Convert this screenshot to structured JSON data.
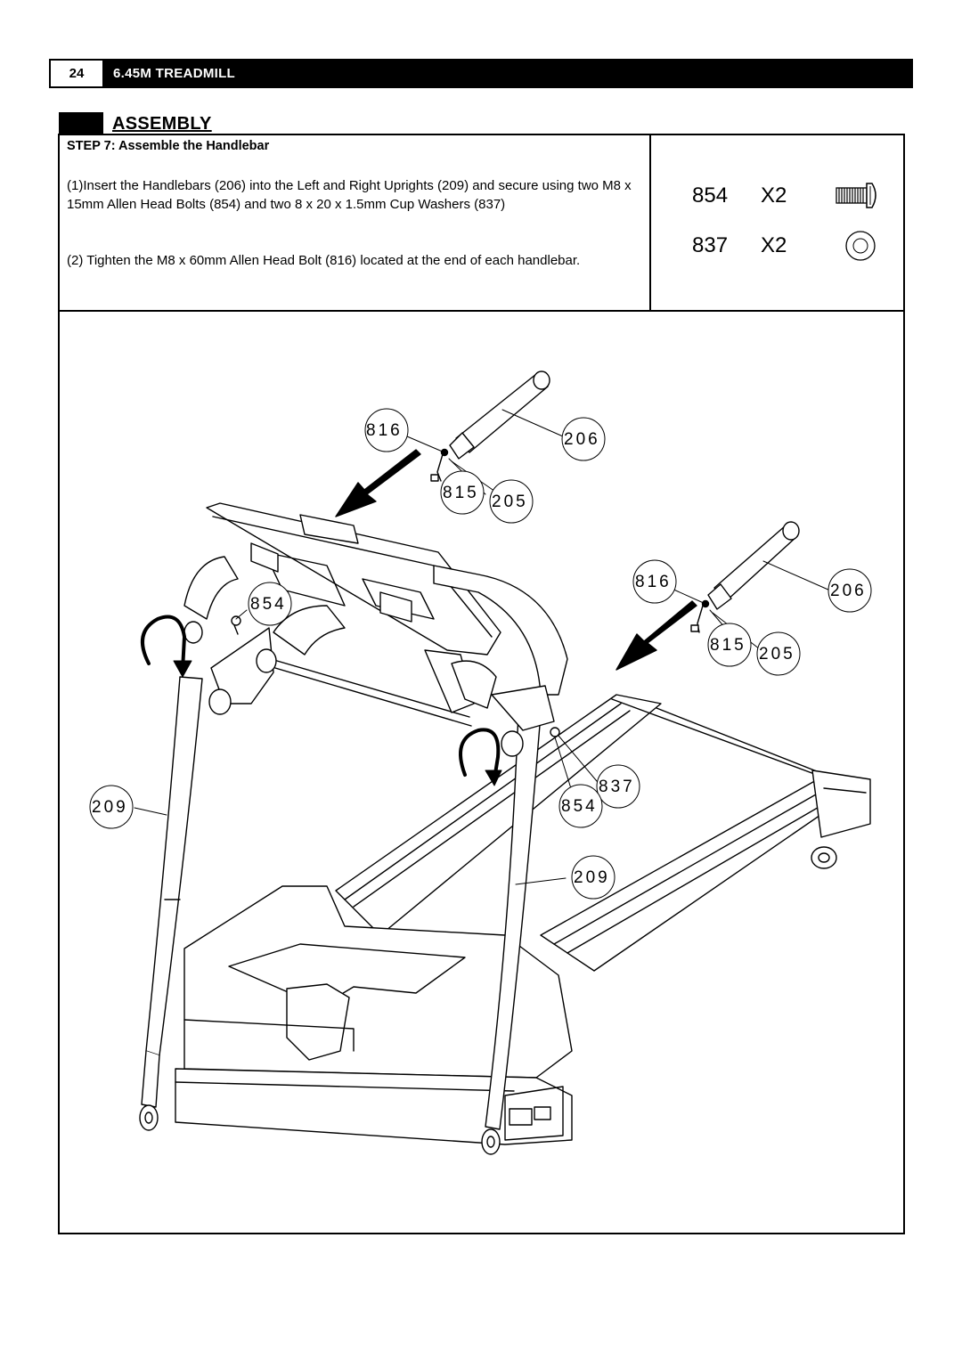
{
  "header": {
    "page_number": "24",
    "doc_title": "6.45M TREADMILL"
  },
  "section": {
    "title": "ASSEMBLY"
  },
  "step": {
    "title": "STEP 7: Assemble the Handlebar",
    "instruction_1": "(1)Insert the Handlebars (206) into the Left and Right Uprights (209) and secure using two M8 x 15mm Allen Head Bolts (854) and  two 8 x 20 x 1.5mm Cup Washers (837)",
    "instruction_2": "(2) Tighten the M8 x 60mm Allen Head Bolt (816) located at the end of each handlebar."
  },
  "hardware": [
    {
      "part": "854",
      "qty": "X2",
      "icon": "bolt-icon"
    },
    {
      "part": "837",
      "qty": "X2",
      "icon": "washer-icon"
    }
  ],
  "callouts": {
    "c816_top": "816",
    "c206_top": "206",
    "c815_top": "815",
    "c205_top": "205",
    "c816_right": "816",
    "c206_right": "206",
    "c815_right": "815",
    "c205_right": "205",
    "c854_left": "854",
    "c837": "837",
    "c854_right": "854",
    "c209_left": "209",
    "c209_right": "209"
  }
}
